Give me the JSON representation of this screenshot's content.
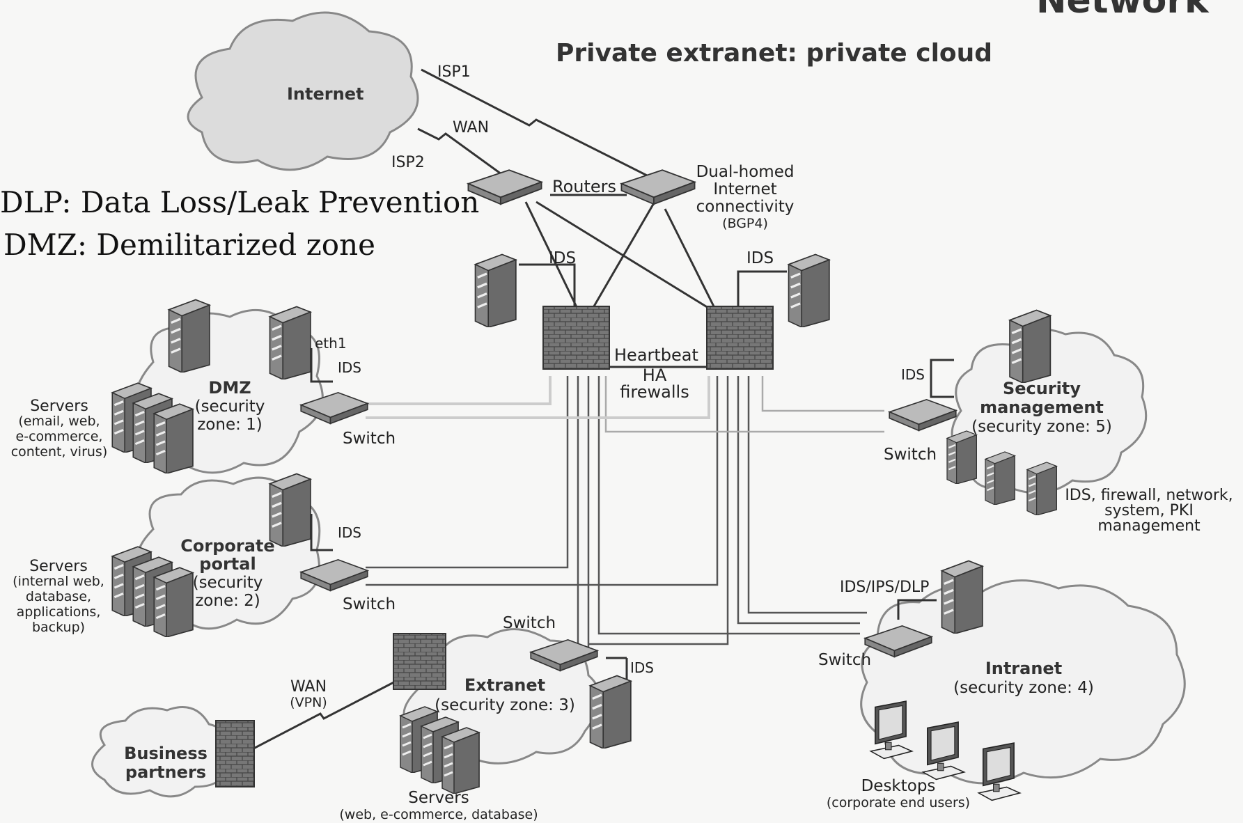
{
  "title": "Private extranet: private cloud",
  "corner_title": "Network",
  "legend": {
    "dlp": "DLP: Data Loss/Leak Prevention",
    "dmz": "DMZ: Demilitarized zone"
  },
  "internet": {
    "label": "Internet",
    "isp1": "ISP1",
    "wan": "WAN",
    "isp2": "ISP2"
  },
  "routers": {
    "label": "Routers",
    "dual_line1": "Dual-homed",
    "dual_line2": "Internet",
    "dual_line3": "connectivity",
    "dual_line4": "(BGP4)"
  },
  "firewalls": {
    "ids_left": "IDS",
    "ids_right": "IDS",
    "heartbeat": "Heartbeat",
    "ha": "HA",
    "firewalls": "firewalls"
  },
  "dmz": {
    "title": "DMZ",
    "zone_line1": "(security",
    "zone_line2": "zone: 1)",
    "eth": "eth1",
    "ids": "IDS",
    "switch": "Switch",
    "servers_title": "Servers",
    "servers_line1": "(email, web,",
    "servers_line2": "e-commerce,",
    "servers_line3": "content, virus)"
  },
  "portal": {
    "title_line1": "Corporate",
    "title_line2": "portal",
    "zone_line1": "(security",
    "zone_line2": "zone: 2)",
    "ids": "IDS",
    "switch": "Switch",
    "servers_title": "Servers",
    "servers_line1": "(internal web,",
    "servers_line2": "database,",
    "servers_line3": "applications,",
    "servers_line4": "backup)"
  },
  "extranet": {
    "title": "Extranet",
    "zone": "(security zone: 3)",
    "switch": "Switch",
    "ids": "IDS",
    "wan_line1": "WAN",
    "wan_line2": "(VPN)",
    "servers_title": "Servers",
    "servers_sub": "(web, e-commerce, database)"
  },
  "partners": {
    "line1": "Business",
    "line2": "partners"
  },
  "security": {
    "title_line1": "Security",
    "title_line2": "management",
    "zone": "(security zone: 5)",
    "ids": "IDS",
    "switch": "Switch",
    "mgmt_line1": "IDS, firewall, network,",
    "mgmt_line2": "system, PKI",
    "mgmt_line3": "management"
  },
  "intranet": {
    "title": "Intranet",
    "zone": "(security zone: 4)",
    "ids": "IDS/IPS/DLP",
    "switch": "Switch",
    "desktops_title": "Desktops",
    "desktops_sub": "(corporate end users)"
  }
}
